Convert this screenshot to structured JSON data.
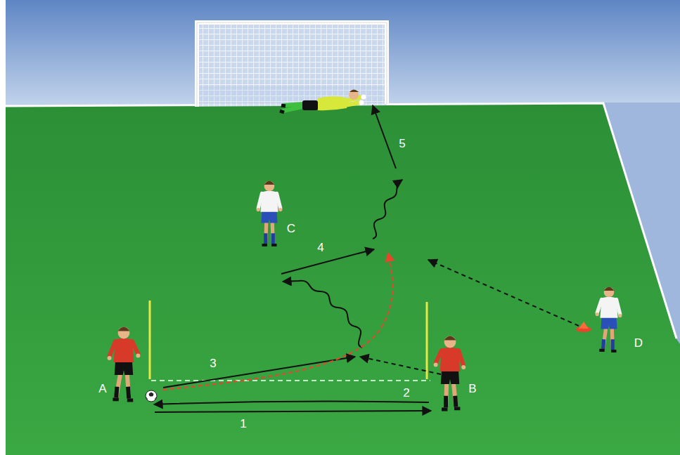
{
  "diagram": {
    "labels": [
      "A",
      "B",
      "C",
      "D",
      "1",
      "2",
      "3",
      "4",
      "5"
    ]
  }
}
